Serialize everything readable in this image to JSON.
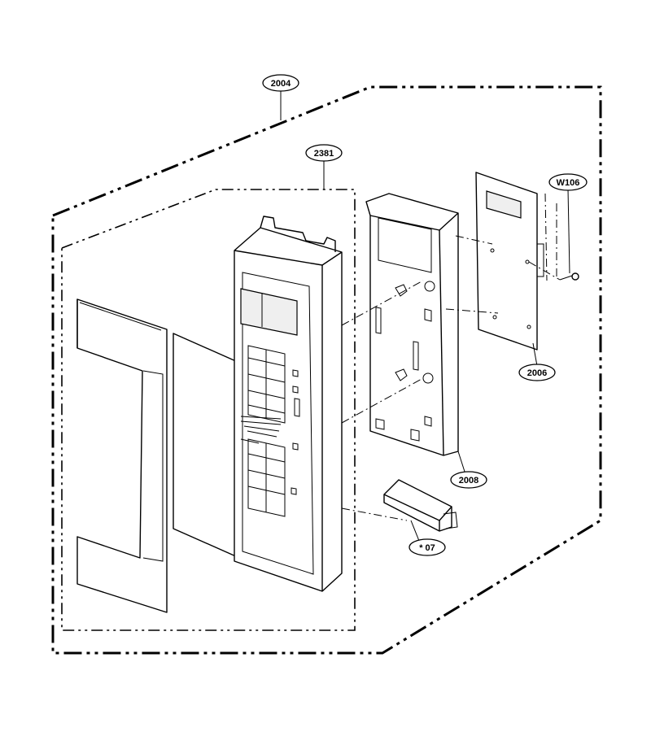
{
  "diagram": {
    "callouts": [
      {
        "id": "c2004",
        "label": "2004"
      },
      {
        "id": "c2381",
        "label": "2381"
      },
      {
        "id": "cW106",
        "label": "W106"
      },
      {
        "id": "c2006",
        "label": "2006"
      },
      {
        "id": "c2008",
        "label": "2008"
      },
      {
        "id": "c07",
        "label": "* 07"
      }
    ]
  }
}
